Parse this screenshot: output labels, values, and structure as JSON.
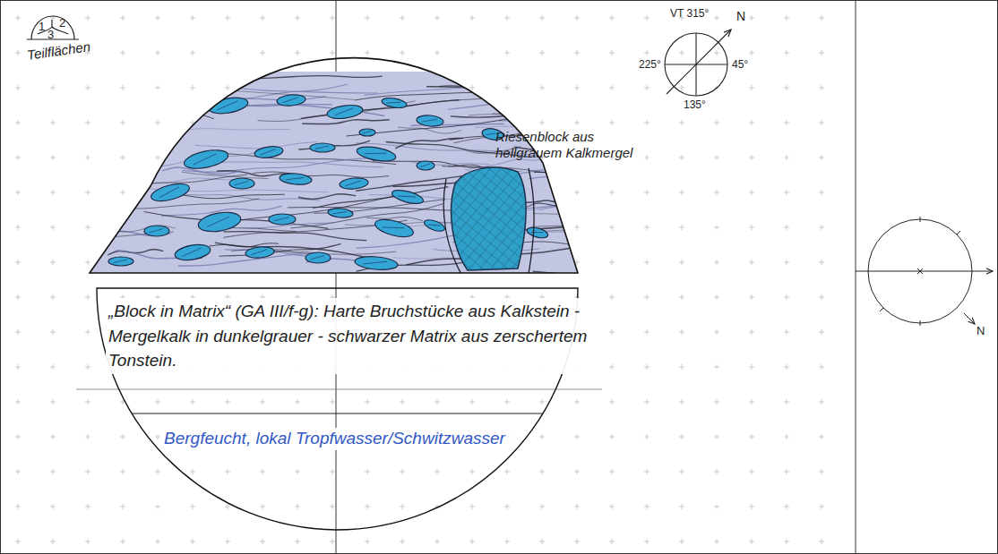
{
  "diagram": {
    "labels": [
      "1",
      "2",
      "3",
      "Teilflächen",
      "VT 315°",
      "N",
      "225°",
      "45°",
      "135°",
      "Riesenblock aus hellgrauem Kalkmergel",
      "„Block in Matrix“ (GA III/f-g): Harte Bruchstücke aus Kalkstein - Mergelkalk in dunkelgrauer - schwarzer Matrix aus zerschertem Tonstein.",
      "Bergfeucht, lokal Tropfwasser/Schwitzwasser",
      "N"
    ]
  }
}
